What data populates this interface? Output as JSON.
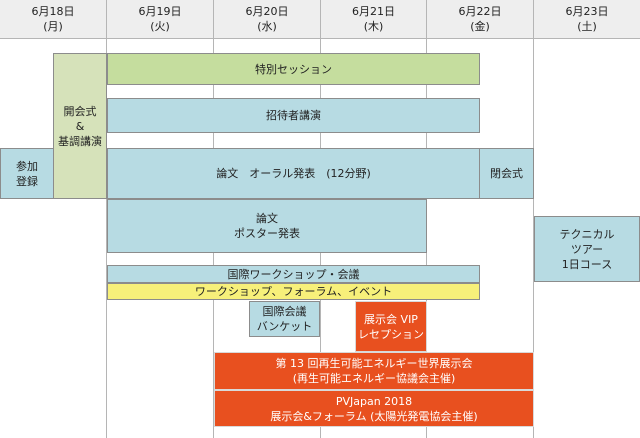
{
  "days": [
    {
      "date": "6月18日",
      "dow": "(月)"
    },
    {
      "date": "6月19日",
      "dow": "(火)"
    },
    {
      "date": "6月20日",
      "dow": "(水)"
    },
    {
      "date": "6月21日",
      "dow": "(木)"
    },
    {
      "date": "6月22日",
      "dow": "(金)"
    },
    {
      "date": "6月23日",
      "dow": "(土)"
    }
  ],
  "events": {
    "registration": [
      "参加",
      "登録"
    ],
    "opening": [
      "開会式",
      "&",
      "基調講演"
    ],
    "special_session": "特別セッション",
    "invited_talks": "招待者講演",
    "oral": "論文　オーラル発表　(12分野)",
    "closing": "閉会式",
    "poster": [
      "論文",
      "ポスター発表"
    ],
    "technical_tour": [
      "テクニカル",
      "ツアー",
      "1日コース"
    ],
    "intl_workshop": "国際ワークショップ・会議",
    "workshops": "ワークショップ、フォーラム、イベント",
    "banquet": [
      "国際会議",
      "バンケット"
    ],
    "vip_reception": [
      "展示会 VIP",
      "レセプション"
    ],
    "renewable_expo": [
      "第 13 回再生可能エネルギー世界展示会",
      "(再生可能エネルギー協議会主催)"
    ],
    "pvjapan": [
      "PVJapan 2018",
      "展示会&フォーラム (太陽光発電協会主催)"
    ]
  },
  "colors": {
    "header": "#eeeeee",
    "special_session": "#c5dd9e",
    "sessions": "#b7dbe3",
    "opening": "#d6e2ba",
    "workshops": "#f7f07a",
    "exhibitions": "#e8501f"
  }
}
